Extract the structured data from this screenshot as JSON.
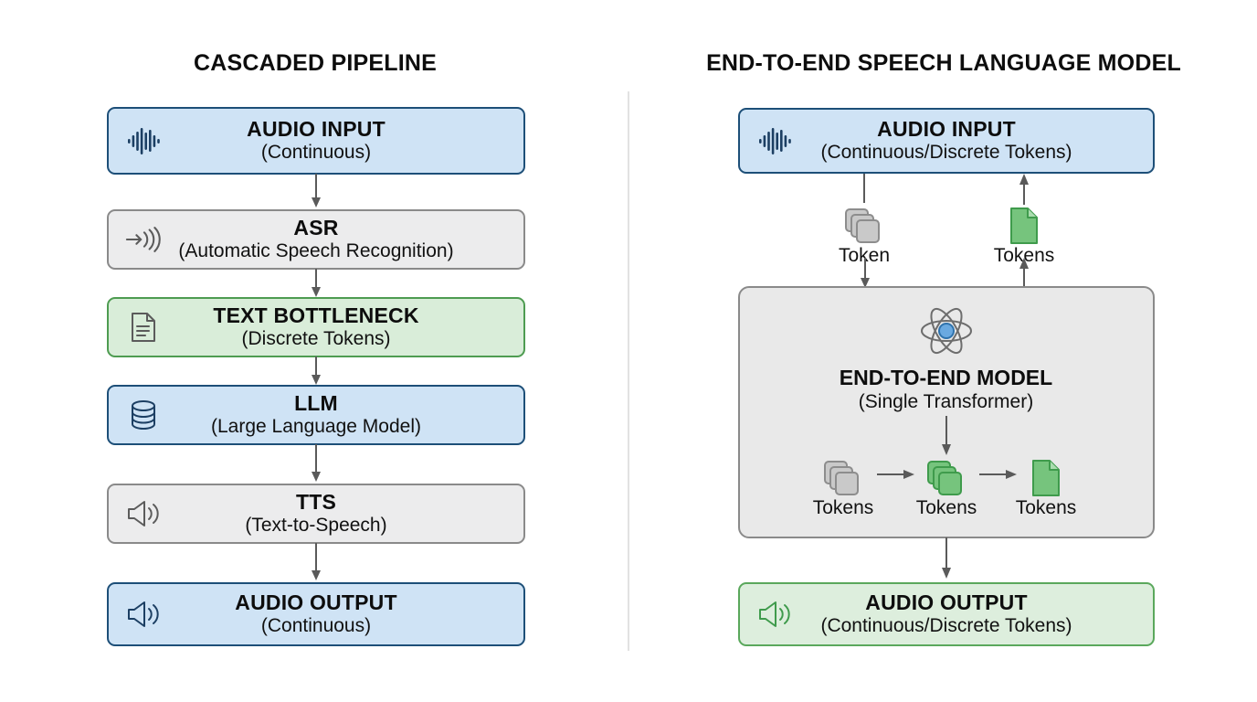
{
  "diagram": {
    "title_left": "CASCADED PIPELINE",
    "title_right": "END-TO-END SPEECH LANGUAGE MODEL"
  },
  "colors": {
    "blue_fill": "#cfe3f5",
    "blue_stroke": "#1d4f78",
    "grey_fill": "#ececed",
    "grey_stroke": "#8a8a8a",
    "green_fill": "#d9edd9",
    "green_stroke": "#4e9c51",
    "panel_fill": "#e9e9e9",
    "divider": "#e2e2e2",
    "arrow": "#5a5a5a"
  },
  "cascaded": {
    "nodes": [
      {
        "title": "AUDIO INPUT",
        "subtitle": "(Continuous)",
        "icon": "audio-waveform-icon",
        "style": "blue"
      },
      {
        "title": "ASR",
        "subtitle": "(Automatic Speech Recognition)",
        "icon": "speech-recognition-icon",
        "style": "grey"
      },
      {
        "title": "TEXT BOTTLENECK",
        "subtitle": "(Discrete Tokens)",
        "icon": "document-icon",
        "style": "green"
      },
      {
        "title": "LLM",
        "subtitle": "(Large Language Model)",
        "icon": "database-icon",
        "style": "blue"
      },
      {
        "title": "TTS",
        "subtitle": "(Text-to-Speech)",
        "icon": "speaker-icon",
        "style": "grey"
      },
      {
        "title": "AUDIO OUTPUT",
        "subtitle": "(Continuous)",
        "icon": "speaker-icon",
        "style": "blue"
      }
    ]
  },
  "end_to_end": {
    "audio_input": {
      "title": "AUDIO INPUT",
      "subtitle": "(Continuous/Discrete Tokens)",
      "icon": "audio-waveform-icon"
    },
    "audio_output": {
      "title": "AUDIO OUTPUT",
      "subtitle": "(Continuous/Discrete Tokens)",
      "icon": "speaker-icon"
    },
    "top_tokens": [
      {
        "label": "Token",
        "icon": "token-stack-grey-icon",
        "direction": "down"
      },
      {
        "label": "Tokens",
        "icon": "token-document-green-icon",
        "direction": "up"
      }
    ],
    "model": {
      "icon": "atom-icon",
      "title": "END-TO-END MODEL",
      "subtitle": "(Single Transformer)",
      "inner_tokens": [
        {
          "label": "Tokens",
          "icon": "token-stack-grey-icon"
        },
        {
          "label": "Tokens",
          "icon": "token-stack-green-icon"
        },
        {
          "label": "Tokens",
          "icon": "token-document-green-icon"
        }
      ]
    }
  }
}
